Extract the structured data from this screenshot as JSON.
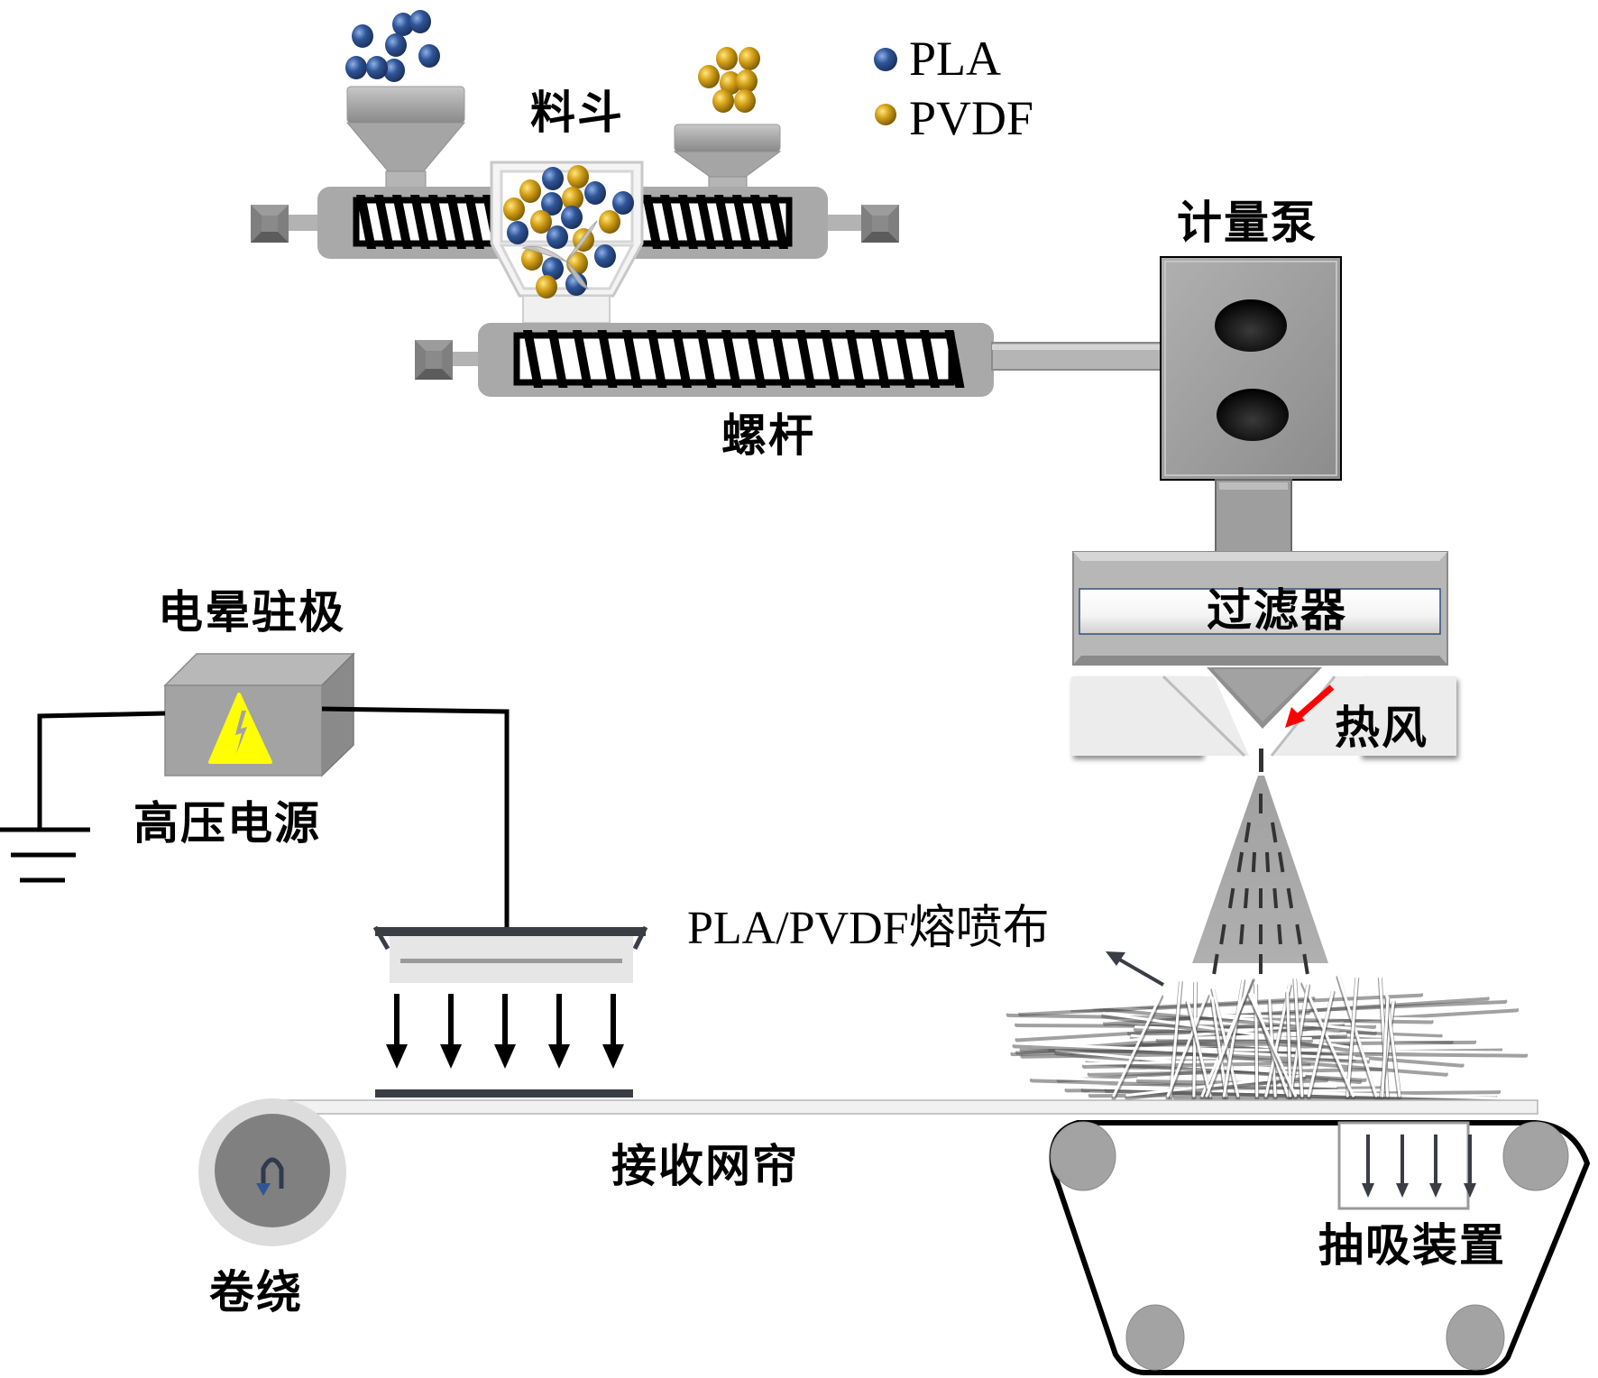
{
  "title": "PLA/PVDF melt-blown electret process schematic",
  "legend": [
    {
      "label": "PLA",
      "color": "#2f5597"
    },
    {
      "label": "PVDF",
      "color": "#d4a017"
    }
  ],
  "labels": {
    "hopper": "料斗",
    "screw": "螺杆",
    "metering_pump": "计量泵",
    "filter": "过滤器",
    "hot_air": "热风",
    "corona_electret": "电晕驻极",
    "hv_power": "高压电源",
    "meltblown_fabric": "PLA/PVDF熔喷布",
    "receiving_screen": "接收网帘",
    "winding": "卷绕",
    "suction_device": "抽吸装置"
  },
  "colors": {
    "pla": "#2f5597",
    "pvdf": "#d4a017",
    "hot_air_arrow": "#ff0000",
    "warning": "#ffff00"
  }
}
